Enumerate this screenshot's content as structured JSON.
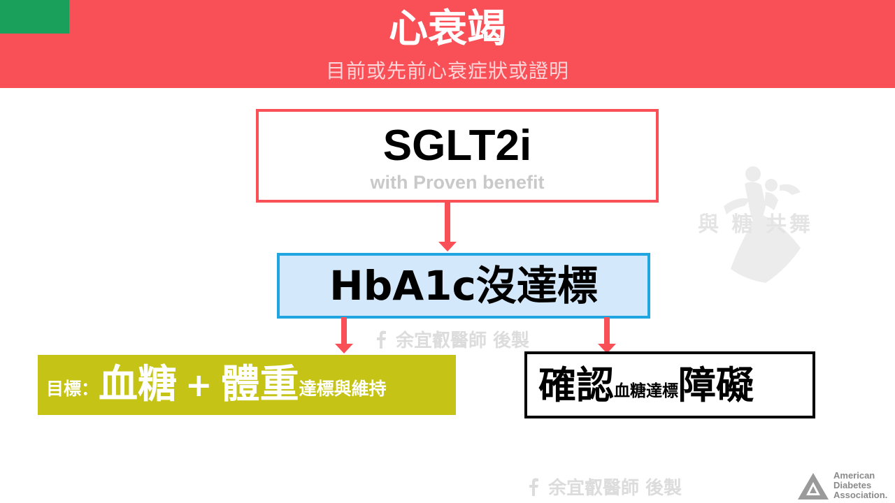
{
  "header": {
    "title": "心衰竭",
    "subtitle": "目前或先前心衰症狀或證明"
  },
  "sglt": {
    "title": "SGLT2i",
    "subtitle": "with Proven benefit"
  },
  "hba1c": {
    "text": "HbA1c沒達標"
  },
  "goal": {
    "prefix": "目標：",
    "glucose": "血糖",
    "plus": "+",
    "weight": "體重",
    "suffix": "達標與維持"
  },
  "barrier": {
    "confirm": "確認",
    "middle": "血糖達標",
    "barrier": "障礙"
  },
  "watermarks": {
    "author_center": "余宜叡醫師 後製",
    "author_bottom": "余宜叡醫師 後製",
    "dance_logo_text": "與 糖 共舞"
  },
  "ada_logo": {
    "line1": "American",
    "line2": "Diabetes",
    "line3": "Association."
  },
  "colors": {
    "header_red": "#f94f57",
    "tab_green": "#1aa05a",
    "hba1c_border": "#1fa6e0",
    "hba1c_fill": "#d4e8fb",
    "goal_fill": "#c5c416"
  },
  "icons": [
    "facebook-icon",
    "dancing-couple-icon",
    "ada-triangle-icon"
  ]
}
